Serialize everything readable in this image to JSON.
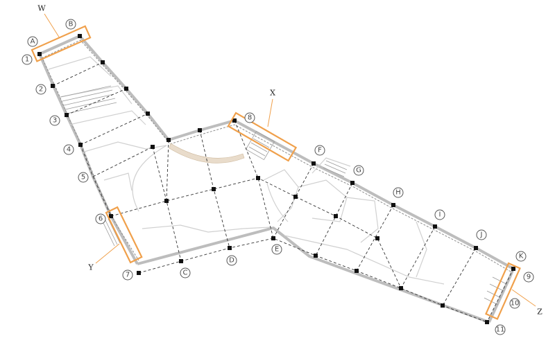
{
  "grid_labels": {
    "A": "A",
    "B": "B",
    "C": "C",
    "D": "D",
    "E": "E",
    "F": "F",
    "G": "G",
    "H": "H",
    "I": "I",
    "J": "J",
    "K": "K",
    "n1": "1",
    "n2": "2",
    "n3": "3",
    "n4": "4",
    "n5": "5",
    "n6": "6",
    "n7": "7",
    "n8": "8",
    "n9": "9",
    "n10": "10",
    "n11": "11"
  },
  "section_labels": {
    "W": "W",
    "X": "X",
    "Y": "Y",
    "Z": "Z"
  },
  "colors": {
    "section_box": "#f0a04b",
    "grid_line": "#333333",
    "wall": "#bdbdbd"
  }
}
